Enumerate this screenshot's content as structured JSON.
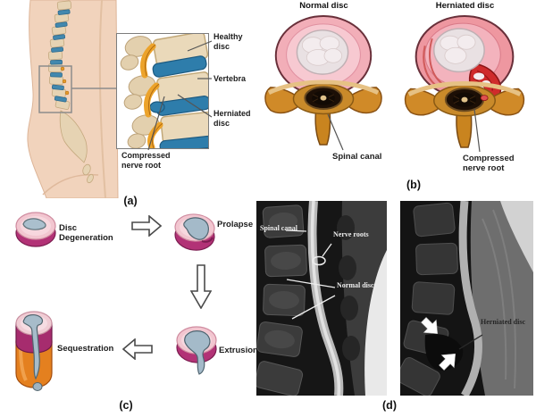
{
  "figure": {
    "panels": {
      "a": {
        "caption": "(a)",
        "labels": {
          "healthy_disc": "Healthy disc",
          "vertebra": "Vertebra",
          "herniated_disc": "Herniated disc",
          "compressed_nerve_root": "Compressed nerve root"
        }
      },
      "b": {
        "caption": "(b)",
        "left_title": "Normal disc",
        "right_title": "Herniated disc",
        "labels": {
          "spinal_canal": "Spinal canal",
          "compressed_nerve_root": "Compressed nerve root"
        }
      },
      "c": {
        "caption": "(c)",
        "stages": [
          "Disc Degeneration",
          "Prolapse",
          "Extrusion",
          "Sequestration"
        ]
      },
      "d": {
        "caption": "(d)",
        "labels": {
          "spinal_canal": "Spinal canal",
          "nerve_roots": "Nerve roots",
          "normal_discs": "Normal discs",
          "herniated_disc": "Herniated disc"
        }
      }
    },
    "colors": {
      "skin": "#f1d3bc",
      "disc_blue": "#2e7dab",
      "bone_tan": "#ead9ba",
      "nerve_orange": "#eca32b",
      "annulus_pink": "#f2aeb8",
      "herniation_red": "#cf2b2b",
      "nucleus_white": "#e9e1e3",
      "canal_dark": "#1c0f06",
      "stage_magenta": "#b23276",
      "stage_nucleus_blue": "#aabfcd",
      "sequestration_orange": "#e4801f",
      "mri_background": "#161616"
    }
  }
}
